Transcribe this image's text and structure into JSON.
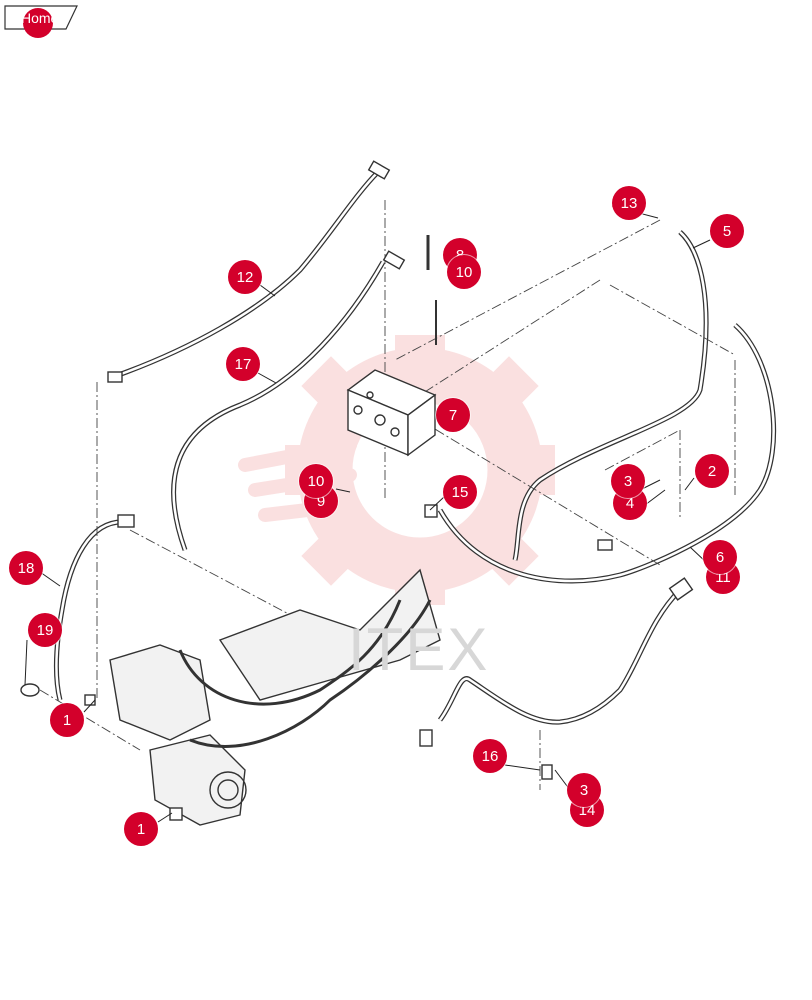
{
  "nav": {
    "home_label": "Home"
  },
  "watermark": {
    "text": "ITEX"
  },
  "callouts": [
    {
      "label": "12"
    },
    {
      "label": "17"
    },
    {
      "label": "8"
    },
    {
      "label": "10"
    },
    {
      "label": "7"
    },
    {
      "label": "13"
    },
    {
      "label": "5"
    },
    {
      "label": "2"
    },
    {
      "label": "3"
    },
    {
      "label": "4"
    },
    {
      "label": "9"
    },
    {
      "label": "10"
    },
    {
      "label": "15"
    },
    {
      "label": "11"
    },
    {
      "label": "6"
    },
    {
      "label": "18"
    },
    {
      "label": "19"
    },
    {
      "label": "1"
    },
    {
      "label": "16"
    },
    {
      "label": "14"
    },
    {
      "label": "3"
    },
    {
      "label": "1"
    }
  ],
  "colors": {
    "accent": "#d3002b",
    "line": "#333333",
    "watermark": "#f6c8c8"
  }
}
